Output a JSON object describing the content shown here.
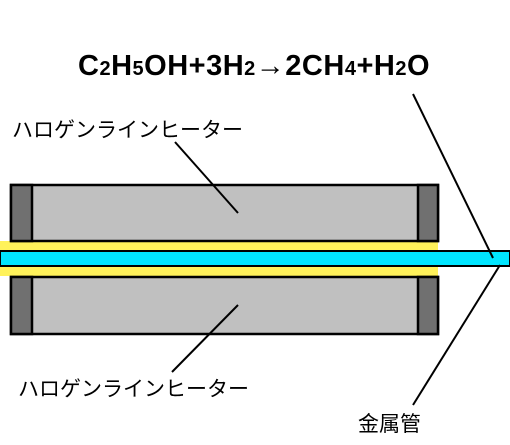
{
  "equation": {
    "parts": [
      {
        "text": "C",
        "sub": false
      },
      {
        "text": "2",
        "sub": true
      },
      {
        "text": "H",
        "sub": false
      },
      {
        "text": "5",
        "sub": true
      },
      {
        "text": "OH+3H",
        "sub": false
      },
      {
        "text": "2",
        "sub": true
      },
      {
        "text": "→2CH",
        "sub": false
      },
      {
        "text": "4",
        "sub": true
      },
      {
        "text": "+H",
        "sub": false
      },
      {
        "text": "2",
        "sub": true
      },
      {
        "text": "O",
        "sub": false
      }
    ]
  },
  "labels": {
    "heater_top": "ハロゲンラインヒーター",
    "heater_bottom": "ハロゲンラインヒーター",
    "metal_tube": "金属管"
  },
  "colors": {
    "heater_body": "#c0c0c0",
    "heater_cap": "#707070",
    "tube_core": "#00e5ff",
    "tube_sleeve": "#fff25a",
    "outline": "#000000"
  }
}
